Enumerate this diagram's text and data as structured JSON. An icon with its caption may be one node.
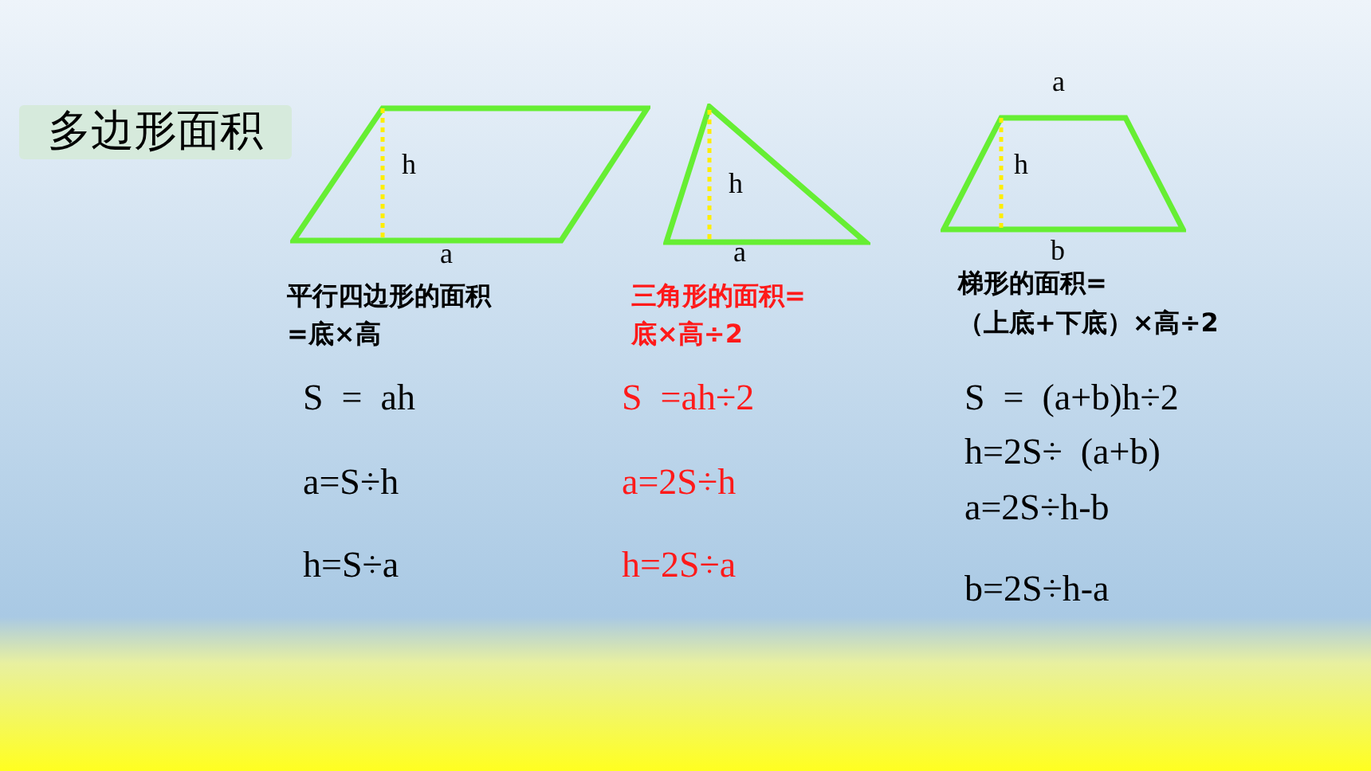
{
  "diagram": {
    "title": "多边形面积",
    "nodes": [
      {
        "text": [
          "h"
        ],
        "beside": [
          "a"
        ]
      },
      {
        "text": [
          "h"
        ],
        "beside": [
          "a"
        ]
      },
      {
        "text": [
          "h"
        ],
        "beside": [
          "a",
          "b"
        ]
      }
    ],
    "labels": [
      "平行四边形的面积",
      "=底×高",
      "三角形的面积=",
      "底×高÷2",
      "梯形的面积=",
      "（上底+下底）×高÷2",
      "S  =  ah",
      "S  =ah÷2",
      "S  =  (a+b)h÷2",
      "h=2S÷  (a+b)",
      "a=S÷h",
      "a=2S÷h",
      "a=2S÷h-b",
      "h=S÷a",
      "h=2S÷a",
      "b=2S÷h-a"
    ]
  }
}
